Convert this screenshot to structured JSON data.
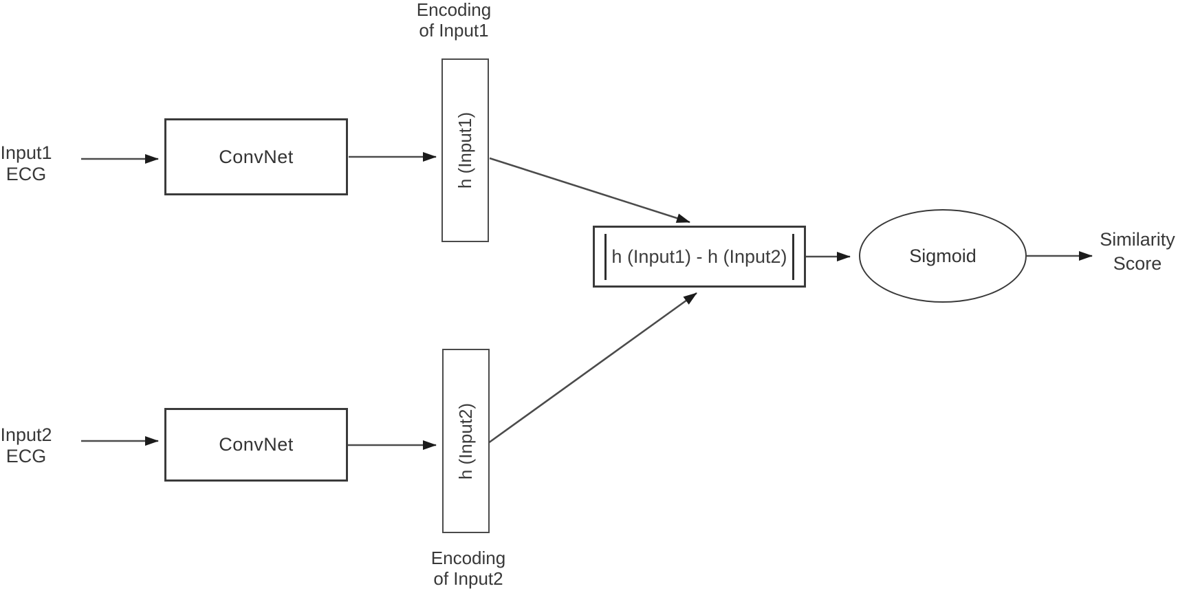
{
  "diagram": {
    "type": "siamese-network-architecture",
    "colors": {
      "background": "#ffffff",
      "box_border": "#3a3a3a",
      "line_stroke": "#4b4b4b",
      "arrowhead": "#1b1b1b",
      "text": "#383838"
    },
    "inputs": {
      "input1": {
        "line1": "Input1",
        "line2": "ECG"
      },
      "input2": {
        "line1": "Input2",
        "line2": "ECG"
      }
    },
    "convnets": {
      "top": {
        "label": "ConvNet"
      },
      "bottom": {
        "label": "ConvNet"
      }
    },
    "encodings": {
      "top": {
        "label": "h (Input1)",
        "caption_line1": "Encoding",
        "caption_line2": "of Input1"
      },
      "bottom": {
        "label": "h (Input2)",
        "caption_line1": "Encoding",
        "caption_line2": "of Input2"
      }
    },
    "difference": {
      "expression": "h (Input1) - h (Input2)",
      "full_notation": "|h (Input1) - h (Input2)|"
    },
    "activation": {
      "label": "Sigmoid"
    },
    "output": {
      "line1": "Similarity",
      "line2": "Score"
    }
  }
}
